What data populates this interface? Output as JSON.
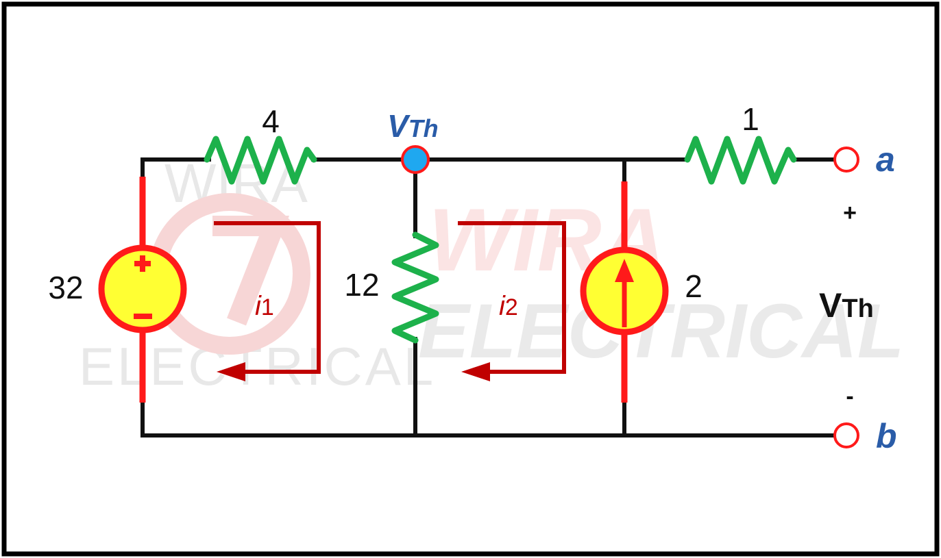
{
  "diagram": {
    "watermark": {
      "left_line1": "WIRA",
      "left_line2": "ELECTRICAL",
      "center_line1": "WIRA",
      "center_line2": "ELECTRICAL"
    },
    "components": {
      "r_left": {
        "value": "4"
      },
      "r_right": {
        "value": "1"
      },
      "r_middle": {
        "value": "12"
      },
      "v_source": {
        "value": "32",
        "plus": "+",
        "minus": "−"
      },
      "i_source": {
        "value": "2"
      }
    },
    "node_label": {
      "main": "V",
      "sub": "Th"
    },
    "mesh_currents": [
      {
        "main": "i",
        "sub": "1"
      },
      {
        "main": "i",
        "sub": "2"
      }
    ],
    "terminals": {
      "a": "a",
      "b": "b",
      "plus": "+",
      "minus": "-"
    },
    "output_voltage": {
      "main": "V",
      "sub": "Th"
    }
  },
  "colors": {
    "wire": "#111111",
    "resistor": "#1db14b",
    "source_body": "#ff1a1a",
    "source_fill": "#ffff33",
    "mesh_arrow": "#c00000",
    "node_fill": "#1fa8f0",
    "label_blue": "#2a5ca8",
    "watermark": "#e6e6e6",
    "watermark_red": "#fbe3e3"
  }
}
